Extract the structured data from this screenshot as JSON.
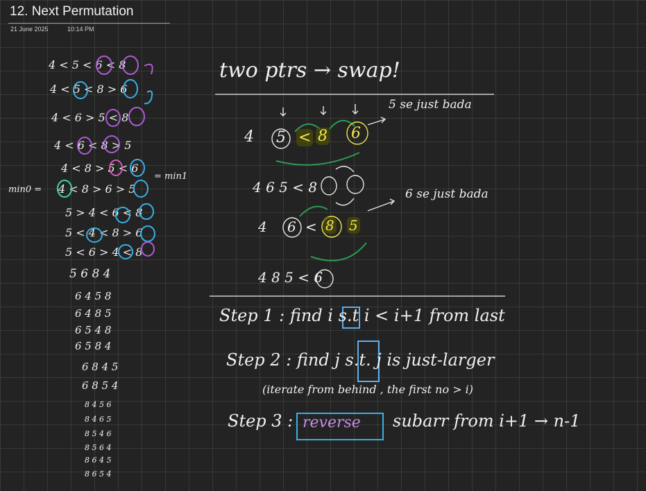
{
  "page": {
    "title": "12. Next Permutation",
    "date": "21 June 2025",
    "time": "10:14 PM"
  },
  "notes": {
    "heading": "two ptrs → swap!",
    "ex1_row": [
      "4",
      "5",
      "<",
      "8",
      "6"
    ],
    "ex1_note": "5 se just bada",
    "ex2_row": "4  6   5 < 8",
    "ex3_row": [
      "4",
      "6",
      "<",
      "8",
      "5"
    ],
    "ex3_note": "6 se just bada",
    "ex4_row": "4  8  5 < 6",
    "step1": "Step 1 : find i s.t  i < i+1 from last",
    "step2": "Step 2 : find j s.t. j is just-larger",
    "step2_sub": "(iterate from behind , the first no > i)",
    "step3_label": "Step 3 :",
    "step3_box": "reverse",
    "step3_rest": "subarr from i+1 → n-1"
  },
  "left_list": [
    "4 < 5 < 6 < 8",
    "4 < 5 < 8 > 6",
    "4 < 6 > 5 < 8",
    "4 < 6 < 8 > 5",
    "4 < 8 > 5 < 6",
    "4 < 8 > 6 > 5",
    "5 > 4 < 6 < 8",
    "5 < 4 < 8 > 6",
    "5 < 6 > 4 < 8",
    "5   6   8   4",
    "6   4   5   8",
    "6   4   8   5",
    "6   5   4   8",
    "6   5   8   4",
    "6   8   4   5",
    "6   8   5   4",
    "8   4   5   6",
    "8   4   6   5",
    "8   5   4   6",
    "8   5   6   4",
    "8   6   4   5",
    "8   6   5   4"
  ],
  "side_labels": {
    "min0": "min0 =",
    "min1": "= min1"
  },
  "colors": {
    "background": "#232323",
    "grid": "#3a4236",
    "highlight_yellow": "#f3e64a",
    "circle_blue": "#3ab0e8",
    "circle_purple": "#b05ad8",
    "arrow_green": "#2e9a55"
  }
}
